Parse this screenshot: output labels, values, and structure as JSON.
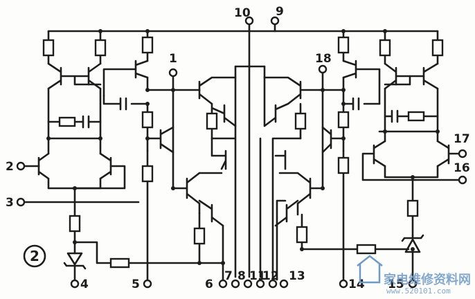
{
  "figure_label": "2",
  "pins": {
    "p1": "1",
    "p2": "2",
    "p3": "3",
    "p4": "4",
    "p5": "5",
    "p6": "6",
    "p7": "7",
    "p8": "8",
    "p11": "11",
    "p12": "12",
    "p13": "13",
    "p14": "14",
    "p15": "15",
    "p16": "16",
    "p17": "17",
    "p18": "18",
    "p9": "9",
    "p10": "10"
  },
  "watermark": {
    "title": "家电维修资料网",
    "url": "www.520101.com",
    "color": "#6f9ac6"
  }
}
